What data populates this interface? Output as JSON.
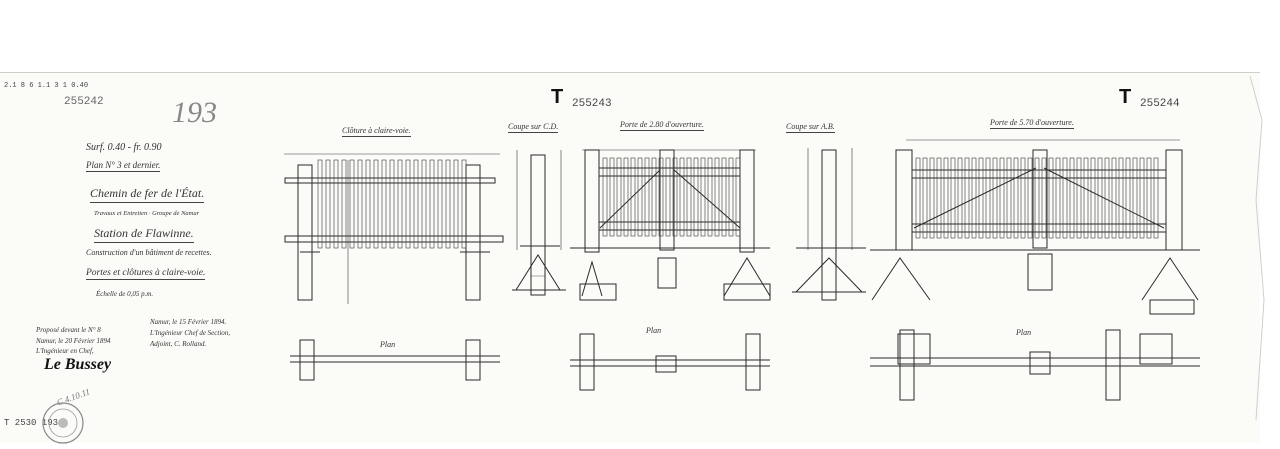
{
  "header": {
    "ref_code": "2.1 8 6 1.1 3 1 0.40",
    "sheet_number_left": "255242",
    "pencil_number": "193",
    "sheet_number_mid": "255243",
    "sheet_number_right": "255244",
    "t_mark": "T"
  },
  "title_block": {
    "surface": "Surf. 0.40 - fr. 0.90",
    "plan_label": "Plan N° 3 et dernier.",
    "railway": "Chemin de fer de l'État.",
    "service": "Travaux et Entretien · Groupe de Namur",
    "station": "Station de Flawinne.",
    "construction": "Construction d'un bâtiment de recettes.",
    "subject": "Portes et clôtures à claire-voie.",
    "scale": "Échelle de 0,05 p.m."
  },
  "signatures": {
    "left_1": "Proposé devant le N° 8",
    "left_2": "Namur, le 20 Février 1894",
    "left_3": "L'Ingénieur en Chef,",
    "left_sig": "Le Bussey",
    "right_1": "Namur, le 15 Février 1894.",
    "right_2": "L'Ingénieur Chef de Section,",
    "right_3": "Adjoint, C. Rolland."
  },
  "archive": {
    "stamp_code": "T 2530 193",
    "pencil_note": "C.4.10.11"
  },
  "drawings": {
    "fence_title": "Clôture à claire-voie.",
    "section_cd": "Coupe sur C.D.",
    "gate_small": "Porte de 2.80 d'ouverture.",
    "section_ab": "Coupe sur A.B.",
    "gate_large": "Porte de 5.70 d'ouverture.",
    "plan": "Plan"
  }
}
